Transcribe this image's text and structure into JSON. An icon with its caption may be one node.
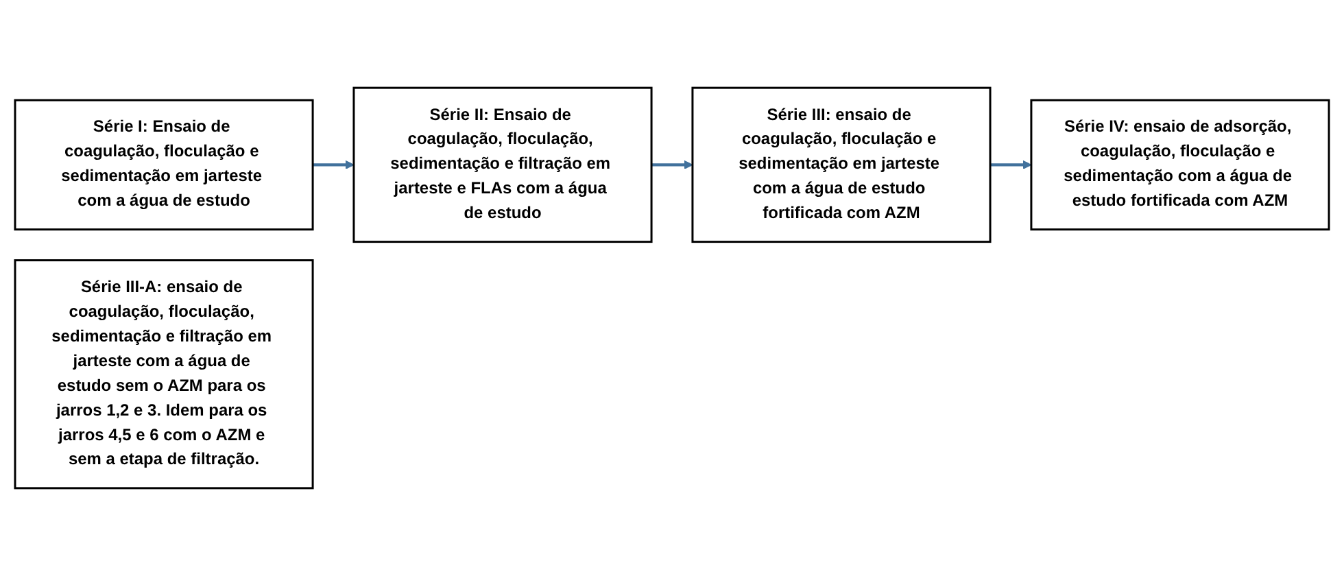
{
  "diagram": {
    "nodes": [
      {
        "text": [
          "Série I: Ensaio de coagulação, floculação e sedimentação em jarteste com a água de estudo"
        ]
      },
      {
        "text": [
          "Série II: Ensaio de coagulação, floculação, sedimentação e filtração em jarteste e FLAs com a água de estudo"
        ]
      },
      {
        "text": [
          "Série III: ensaio de coagulação, floculação e sedimentação em jarteste com a água de estudo fortificada com AZM"
        ]
      },
      {
        "text": [
          "Série IV: ensaio de adsorção, coagulação, floculação e sedimentação com a água de estudo fortificada com AZM"
        ]
      },
      {
        "text": [
          "Série III-A: ensaio de coagulação, floculação, sedimentação e filtração em jarteste com a água de estudo sem o AZM para os jarros 1,2 e 3. Idem para os jarros 4,5 e 6 com o AZM e sem a etapa de filtração."
        ]
      }
    ],
    "edges": [
      {
        "from": 0,
        "to": 1,
        "arrow": "to"
      },
      {
        "from": 1,
        "to": 2,
        "arrow": "to"
      },
      {
        "from": 2,
        "to": 3,
        "arrow": "to"
      }
    ]
  }
}
